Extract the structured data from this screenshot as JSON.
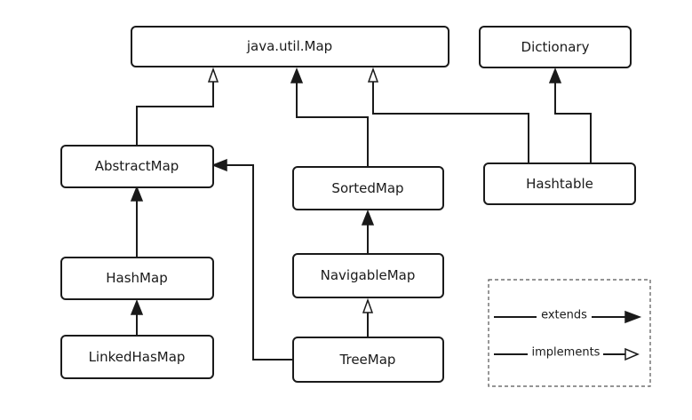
{
  "nodes": {
    "map": "java.util.Map",
    "dictionary": "Dictionary",
    "abstract_map": "AbstractMap",
    "sorted_map": "SortedMap",
    "hashtable": "Hashtable",
    "hash_map": "HashMap",
    "navigable_map": "NavigableMap",
    "linked_has_map": "LinkedHasMap",
    "tree_map": "TreeMap"
  },
  "relations": [
    {
      "from": "AbstractMap",
      "to": "java.util.Map",
      "kind": "implements"
    },
    {
      "from": "SortedMap",
      "to": "java.util.Map",
      "kind": "extends"
    },
    {
      "from": "Hashtable",
      "to": "java.util.Map",
      "kind": "implements"
    },
    {
      "from": "Hashtable",
      "to": "Dictionary",
      "kind": "extends"
    },
    {
      "from": "HashMap",
      "to": "AbstractMap",
      "kind": "extends"
    },
    {
      "from": "LinkedHasMap",
      "to": "HashMap",
      "kind": "extends"
    },
    {
      "from": "TreeMap",
      "to": "AbstractMap",
      "kind": "extends"
    },
    {
      "from": "NavigableMap",
      "to": "SortedMap",
      "kind": "extends"
    },
    {
      "from": "TreeMap",
      "to": "NavigableMap",
      "kind": "implements"
    }
  ],
  "legend": {
    "extends": "extends",
    "implements": "implements"
  }
}
